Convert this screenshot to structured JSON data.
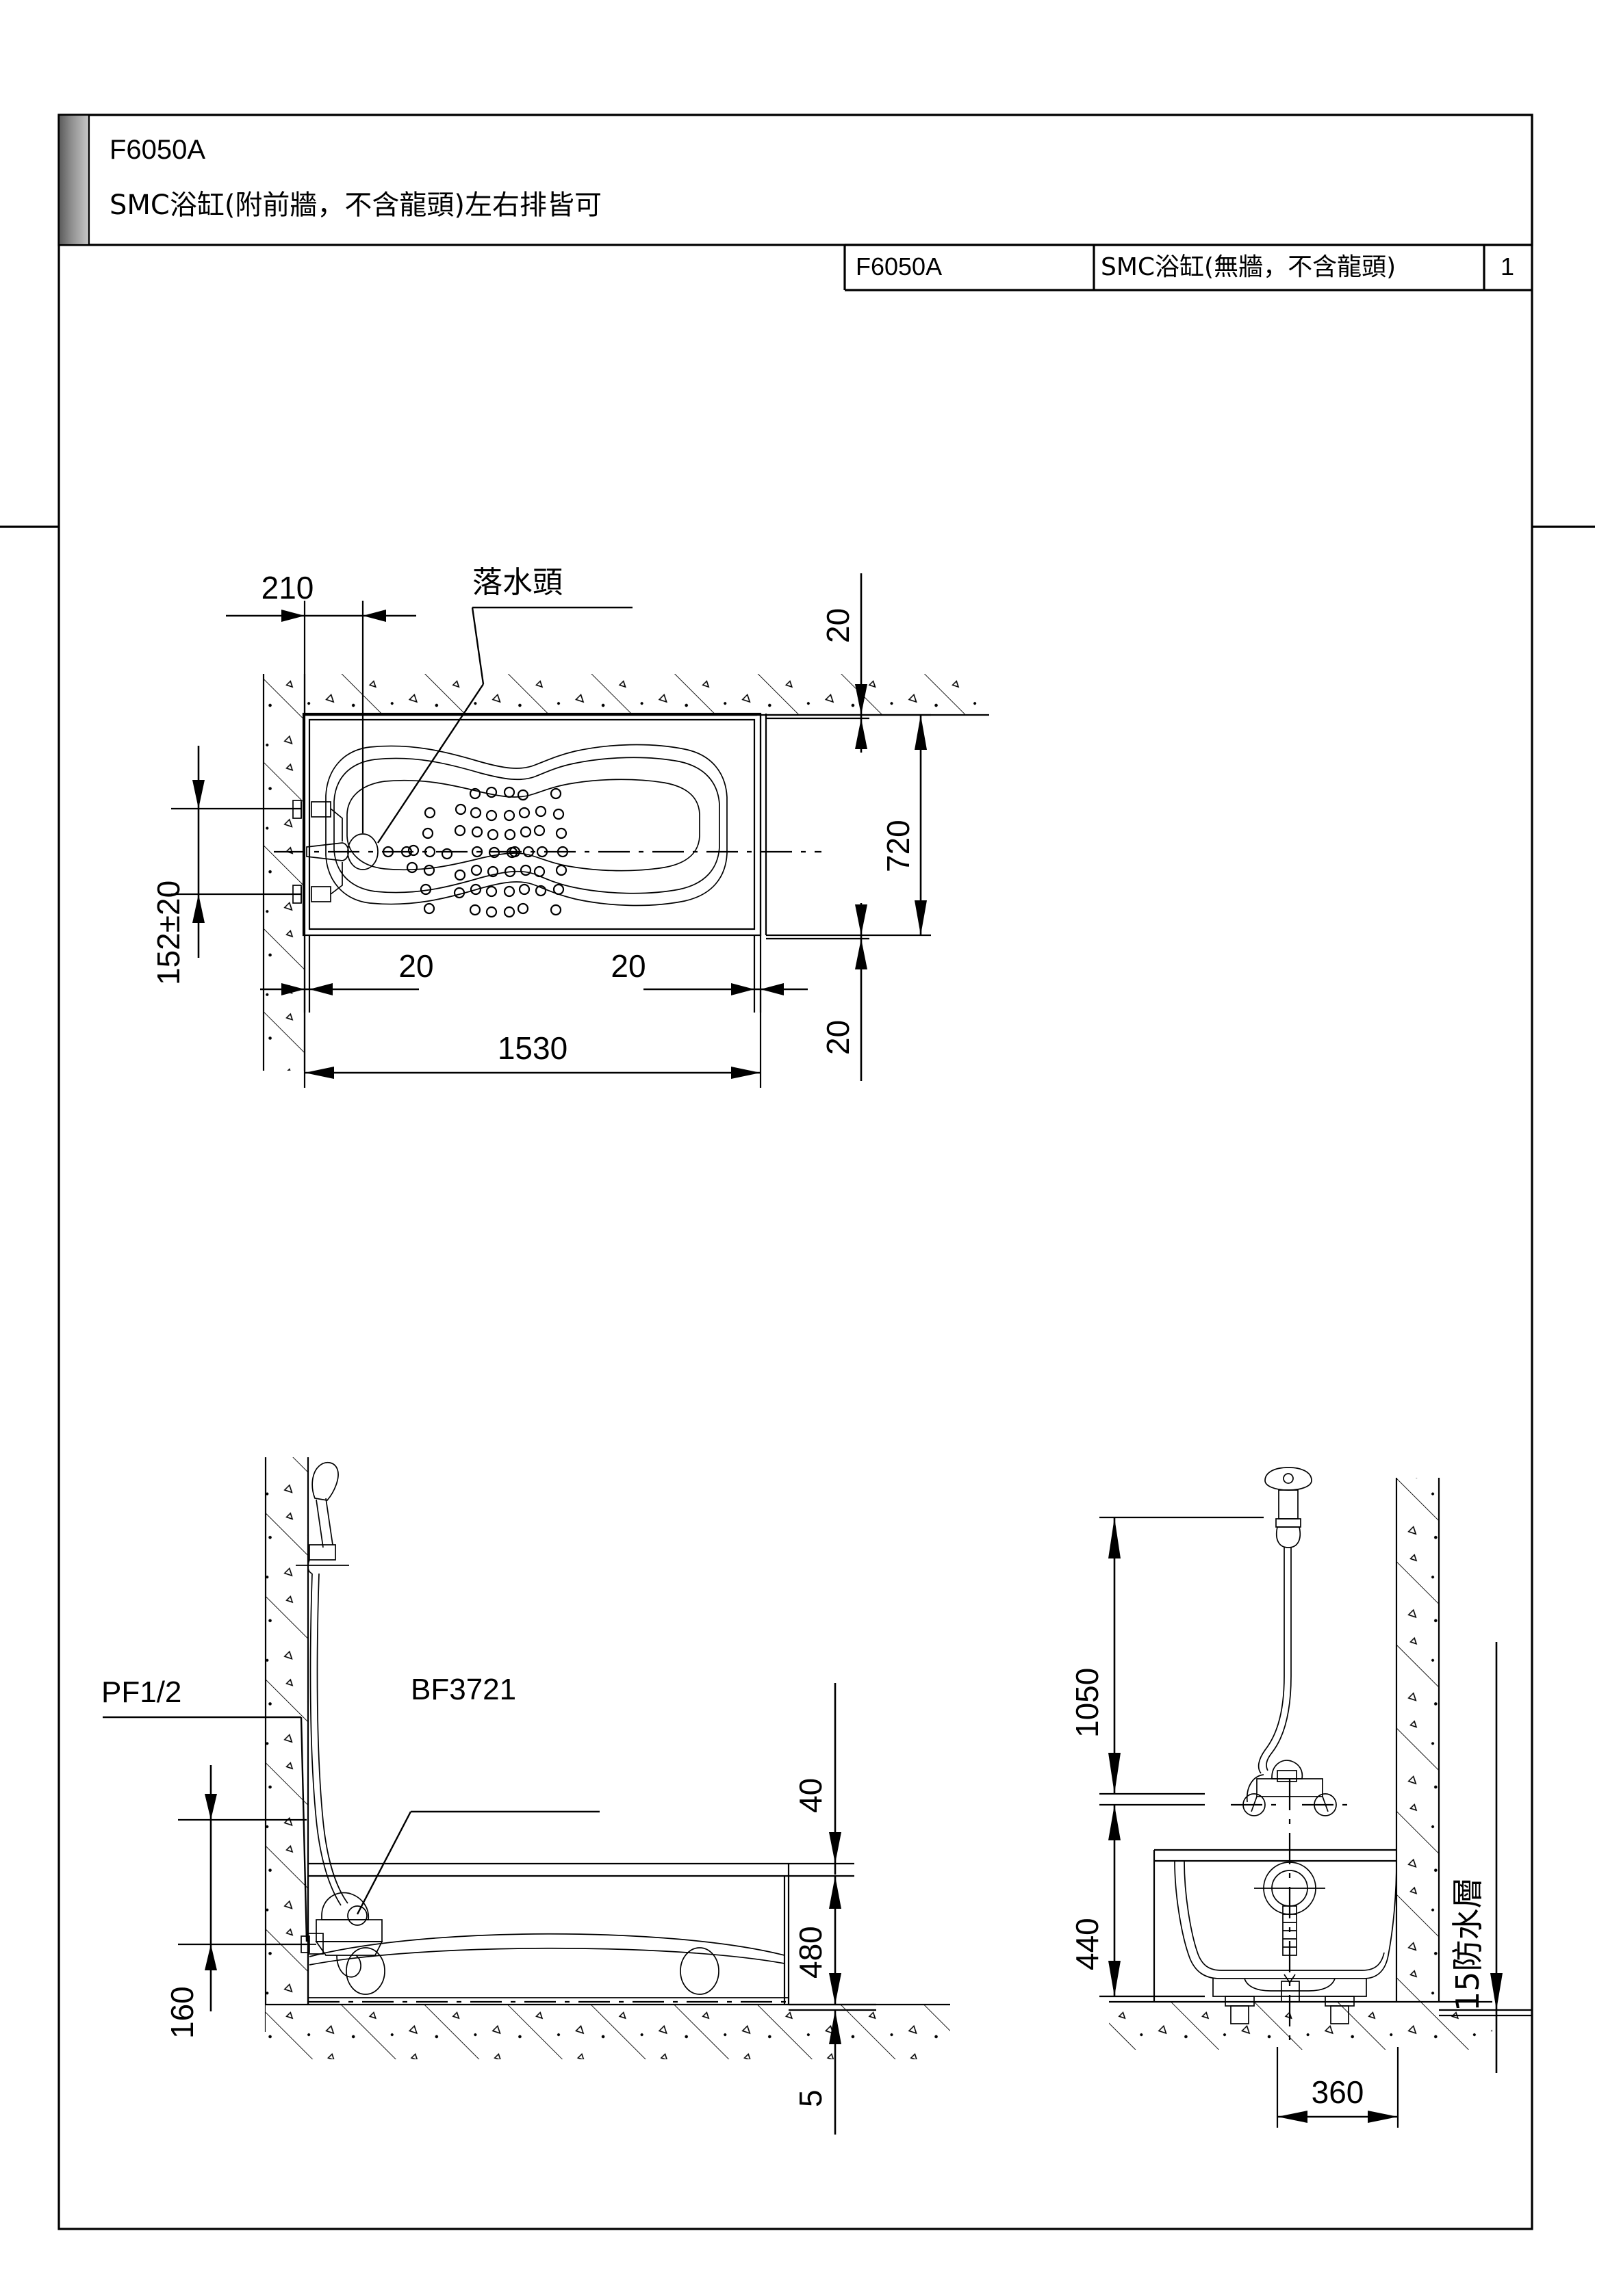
{
  "sheet": {
    "header": {
      "model_code": "F6050A",
      "description": "SMC浴缸(附前牆，不含龍頭)左右排皆可"
    },
    "title_block": {
      "code": "F6050A",
      "name": "SMC浴缸(無牆，不含龍頭)",
      "qty": "1"
    }
  },
  "plan_view": {
    "name": "plan-view",
    "dimensions": {
      "drain_offset": "210",
      "drain_label": "落水頭",
      "top_gap": "20",
      "tub_width": "720",
      "bottom_gap": "20",
      "left_inset": "20",
      "right_inset": "20",
      "overall_length": "1530",
      "faucet_height": "152±20"
    }
  },
  "front_elevation": {
    "name": "front-elevation",
    "labels": {
      "pipe_thread": "PF1/2",
      "faucet_model": "BF3721"
    },
    "dimensions": {
      "faucet_height": "160",
      "rim_to_faucet": "40",
      "tub_height": "480",
      "floor_gap": "5"
    }
  },
  "side_section": {
    "name": "side-section",
    "dimensions": {
      "shower_head_height": "1050",
      "faucet_height": "440",
      "tub_depth": "360",
      "waterproof_layer": "15防水層"
    }
  },
  "colors": {
    "line": "#000000",
    "paper": "#ffffff",
    "header_bar_dark": "#4a4a4a",
    "header_bar_light": "#d8d8d8"
  }
}
